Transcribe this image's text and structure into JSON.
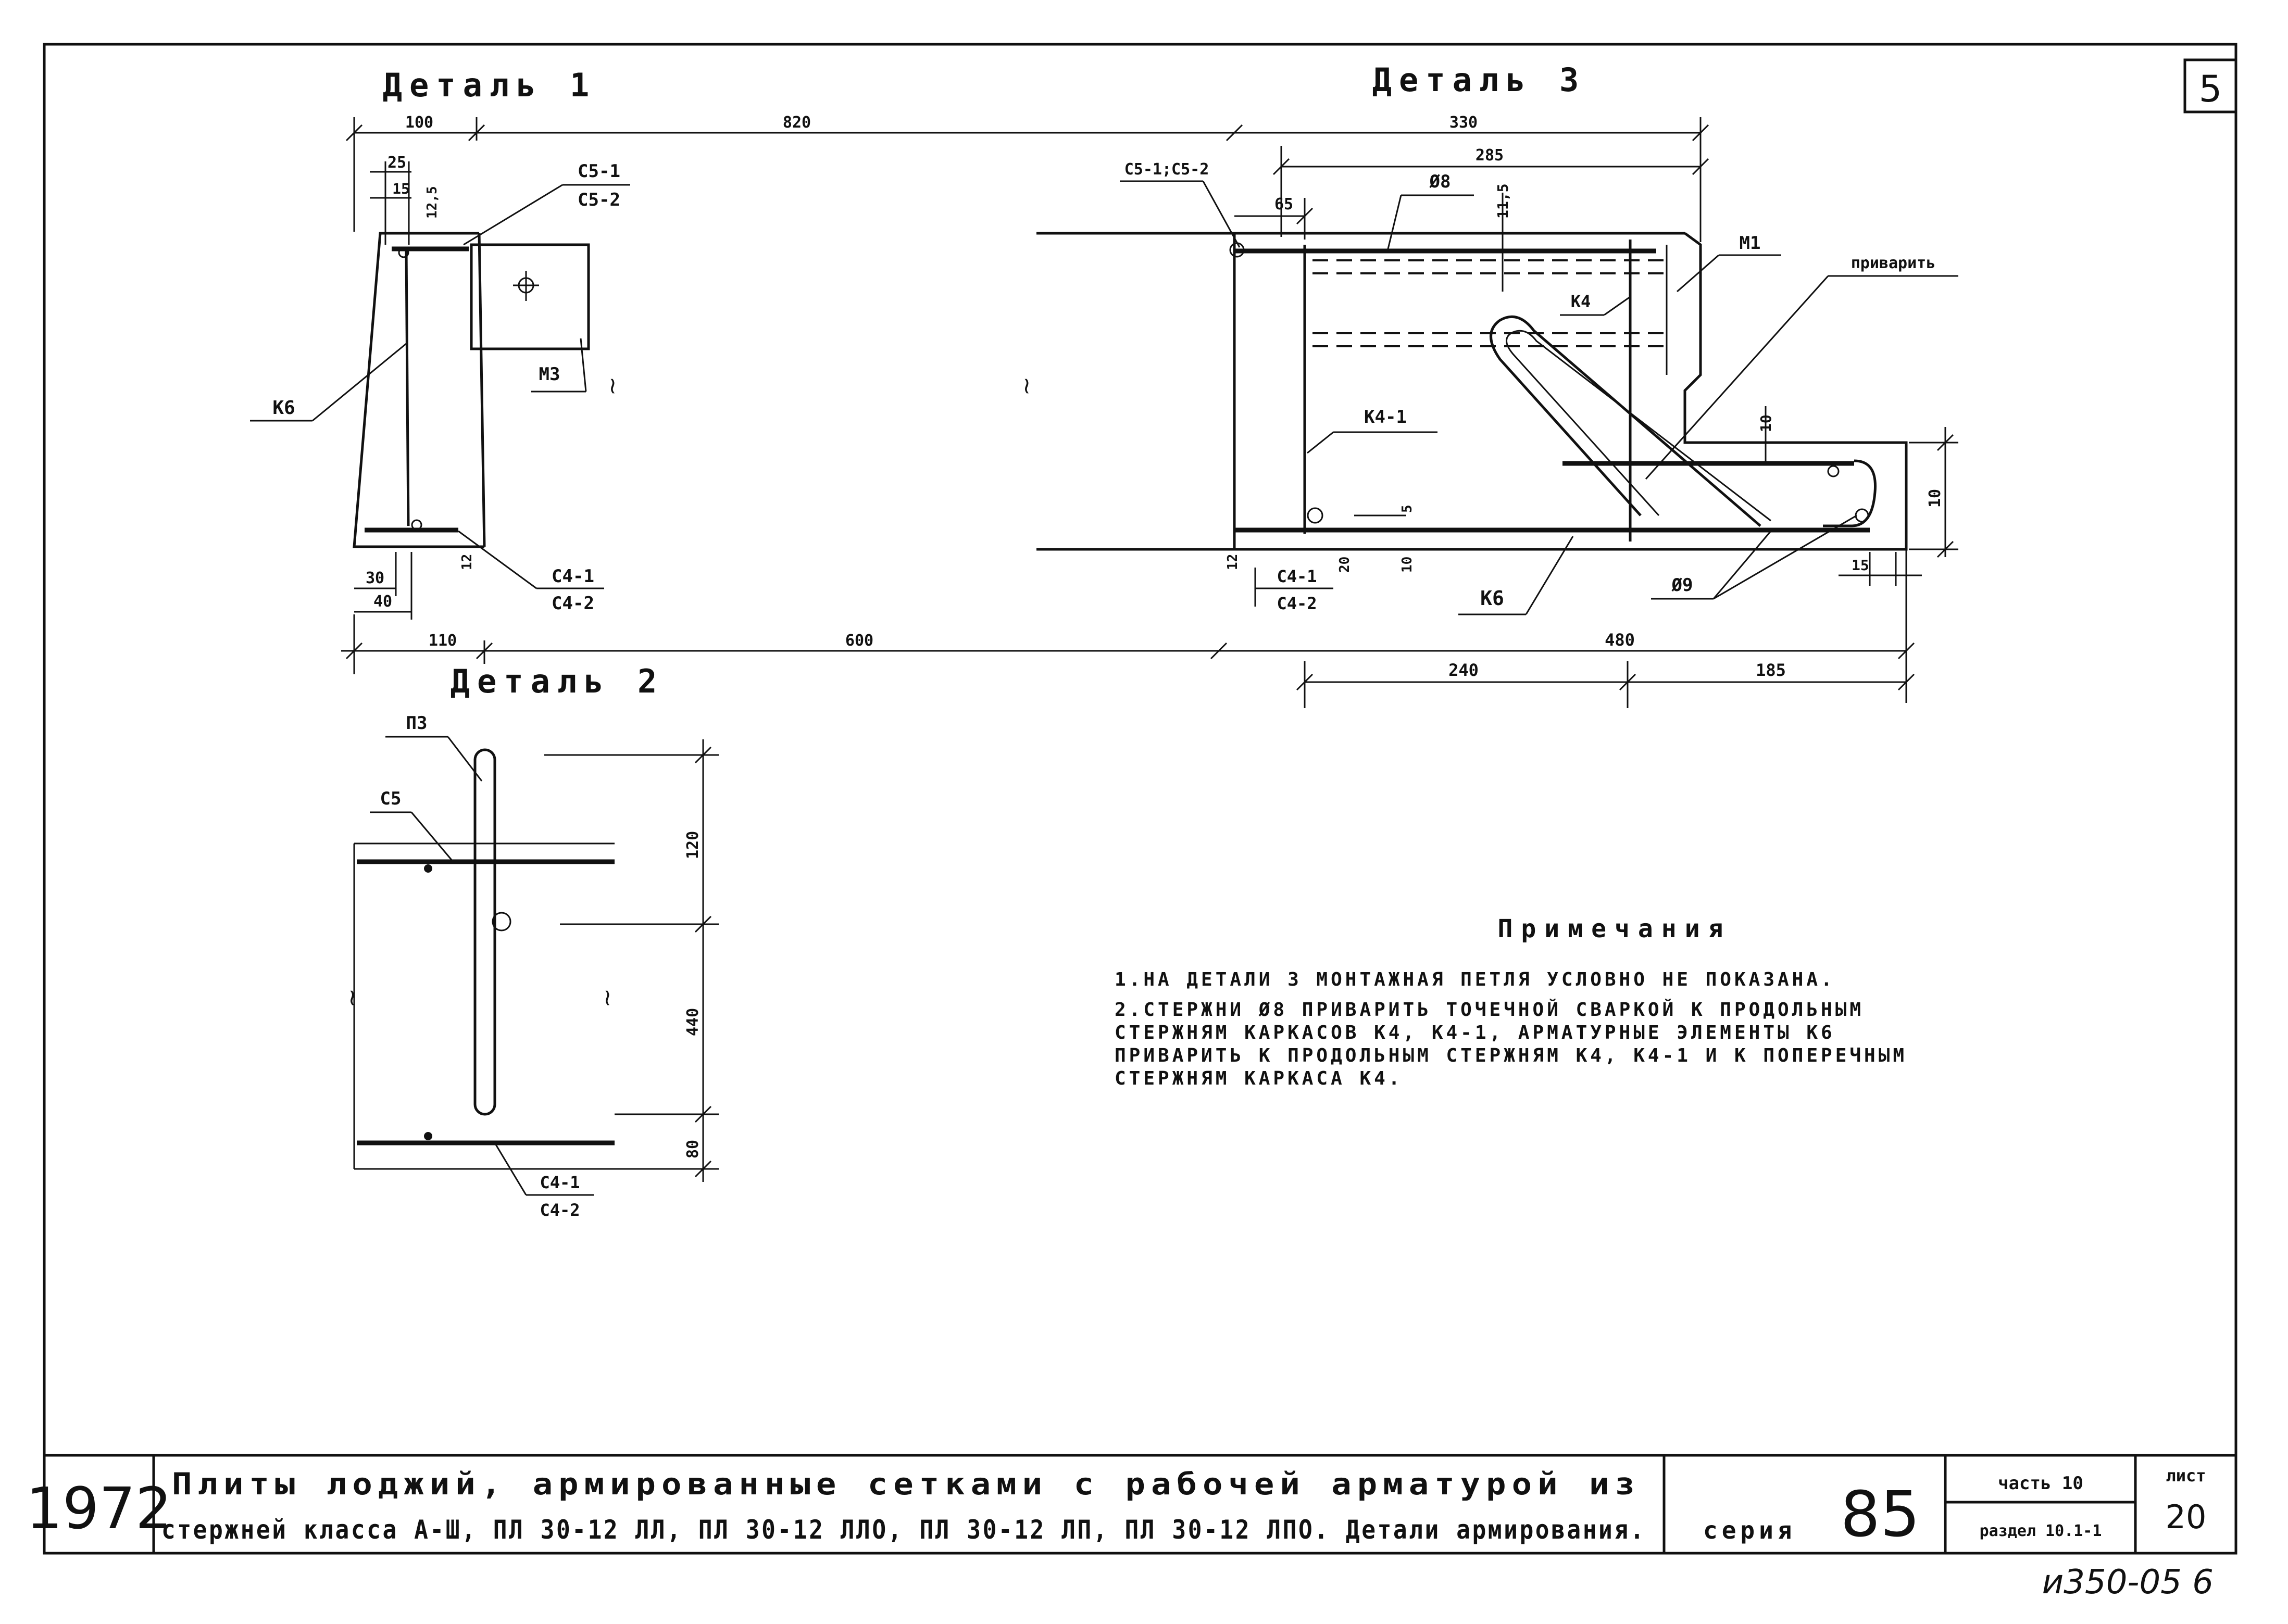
{
  "sheet_number": "5",
  "detail_1": {
    "title": "Деталь 1",
    "dims": [
      "100",
      "820",
      "25",
      "15",
      "12,5",
      "30",
      "40",
      "110",
      "600",
      "12"
    ],
    "labels": [
      "С5-1",
      "С5-2",
      "М3",
      "К6",
      "С4-1",
      "С4-2"
    ]
  },
  "detail_2": {
    "title": "Деталь 2",
    "dims": [
      "120",
      "440",
      "80"
    ],
    "labels": [
      "П3",
      "С5",
      "С4-1",
      "С4-2"
    ]
  },
  "detail_3": {
    "title": "Деталь 3",
    "dims": [
      "330",
      "285",
      "65",
      "11,5",
      "10",
      "5",
      "20",
      "10",
      "12",
      "15",
      "480",
      "240",
      "185",
      "10"
    ],
    "labels": [
      "С5-1;С5-2",
      "Ø8",
      "М1",
      "приварить",
      "К4",
      "К4-1",
      "С4-1",
      "С4-2",
      "К6",
      "Ø9"
    ]
  },
  "notes": {
    "title": "Примечания",
    "items": [
      "1.На детали 3 монтажная петля условно не показана.",
      "2.Стержни Ø8 приварить точечной сваркой к продольным стержням каркасов К4, К4-1, арматурные элементы К6 приварить к продольным стержням К4, К4-1 и к поперечным стержням каркаса К4."
    ]
  },
  "title_block": {
    "year": "1972",
    "title_line1": "Плиты лоджий, армированные сетками с рабочей арматурой из",
    "title_line2": "стержней класса А-Ш, ПЛ 30-12 ЛЛ, ПЛ 30-12 ЛЛО, ПЛ 30-12 ЛП, ПЛ 30-12 ЛПО. Детали армирования.",
    "series_label": "серия",
    "series_number": "85",
    "part_label": "часть 10",
    "section_label": "раздел 10.1-1",
    "sheet_label": "лист",
    "sheet_value": "20"
  },
  "stamp": "и350-05  6"
}
